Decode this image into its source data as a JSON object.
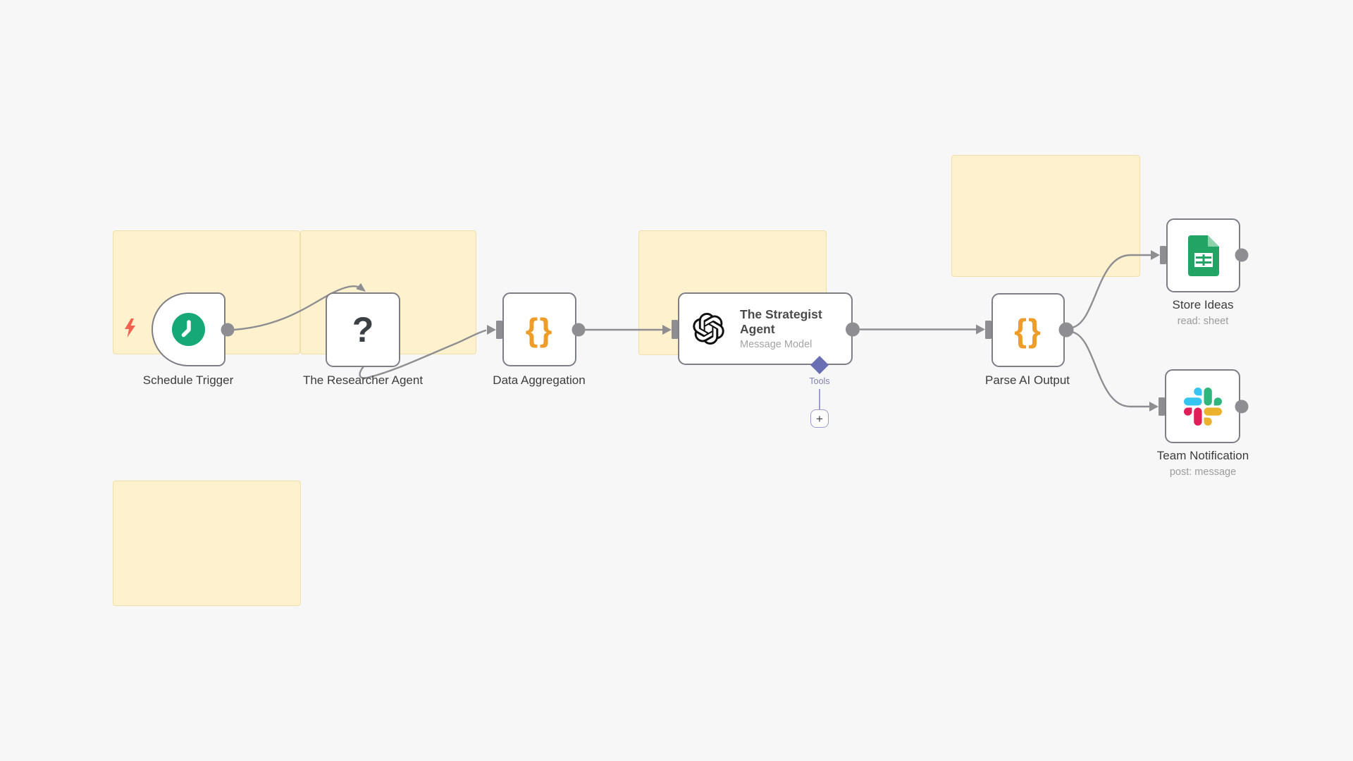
{
  "workflow": {
    "nodes": [
      {
        "name": "schedule-trigger",
        "label": "Schedule Trigger",
        "icon": "clock-icon"
      },
      {
        "name": "researcher-agent",
        "label": "The Researcher Agent",
        "icon": "question-mark-icon",
        "icon_glyph": "?"
      },
      {
        "name": "data-aggregation",
        "label": "Data Aggregation",
        "icon": "curly-braces-icon",
        "icon_glyph": "{}"
      },
      {
        "name": "strategist-agent",
        "title": "The Strategist Agent",
        "subtitle": "Message Model",
        "icon": "openai-icon",
        "tools": {
          "label": "Tools",
          "add_button": "+"
        }
      },
      {
        "name": "parse-ai-output",
        "label": "Parse AI Output",
        "icon": "curly-braces-icon",
        "icon_glyph": "{}"
      },
      {
        "name": "store-ideas",
        "label": "Store Ideas",
        "sublabel": "read: sheet",
        "icon": "google-sheets-icon"
      },
      {
        "name": "team-notification",
        "label": "Team Notification",
        "sublabel": "post: message",
        "icon": "slack-icon"
      }
    ],
    "sticky_note_count": 5
  },
  "colors": {
    "canvas_background": "#F7F7F8",
    "sticky_fill": "#FDF1CE",
    "sticky_border": "#F0DFA8",
    "edge_gray": "#8E8E92",
    "node_border": "#7E7E86",
    "brace_orange": "#EE9D2B",
    "trigger_green": "#17A878",
    "tools_indigo": "#6A6FB3",
    "bolt_red": "#F4604E",
    "sheets_green": "#21A464",
    "slack_blue": "#36C5F0",
    "slack_green": "#2EB67D",
    "slack_red": "#E01E5A",
    "slack_yellow": "#ECB22E"
  }
}
